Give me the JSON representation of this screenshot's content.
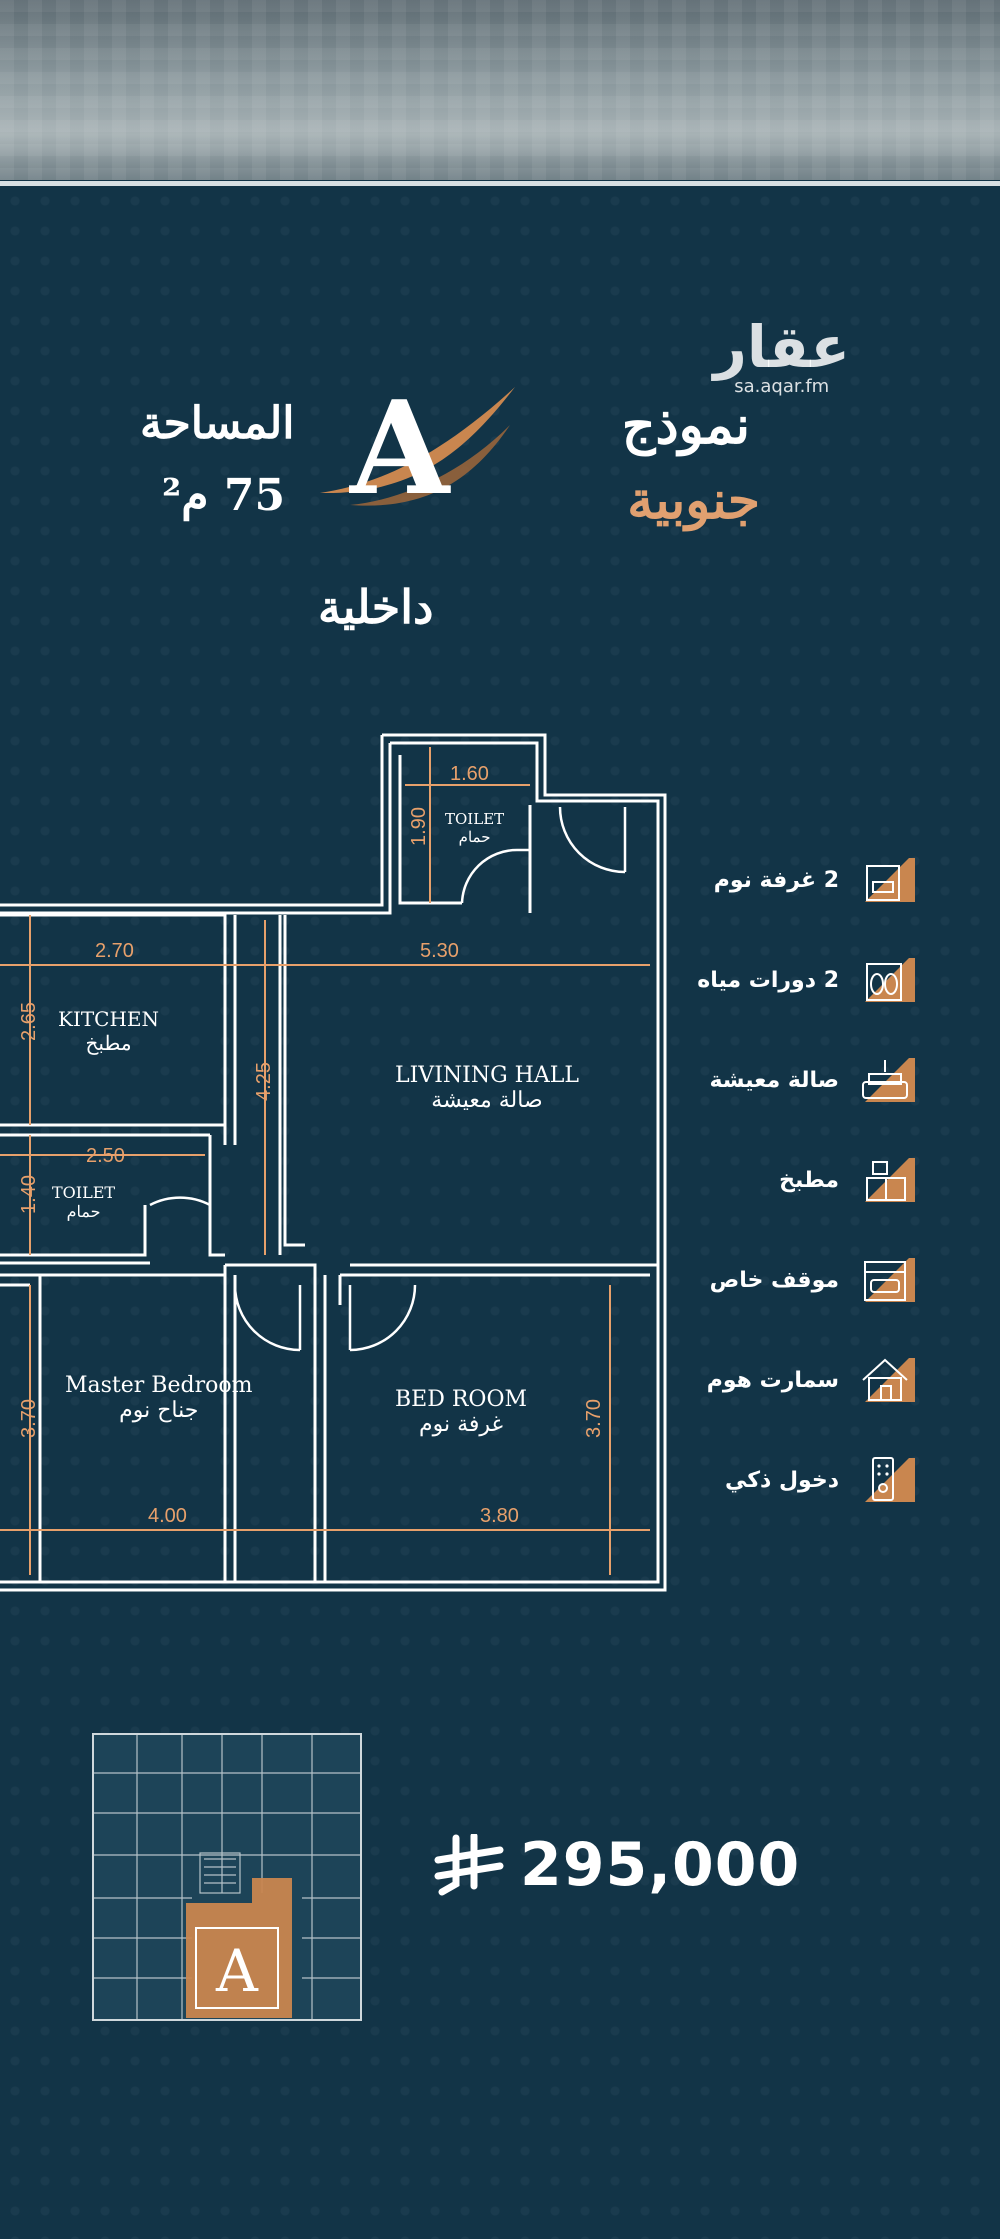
{
  "watermark": {
    "logo": "عقار",
    "url": "sa.aqar.fm"
  },
  "title": {
    "model_word": "نموذج",
    "model_letter": "A",
    "direction": "جنوبية",
    "area_label": "المساحة",
    "area_value": "75 م²",
    "sub": "داخلية"
  },
  "plan": {
    "rooms": [
      {
        "en": "TOILET",
        "ar": "حمام"
      },
      {
        "en": "KITCHEN",
        "ar": "مطبخ"
      },
      {
        "en": "LIVINING HALL",
        "ar": "صالة معيشة"
      },
      {
        "en": "TOILET",
        "ar": "حمام"
      },
      {
        "en": "Master Bedroom",
        "ar": "جناح نوم"
      },
      {
        "en": "BED ROOM",
        "ar": "غرفة نوم"
      }
    ],
    "dimensions": [
      "1.60",
      "1.90",
      "2.70",
      "5.30",
      "2.65",
      "4.25",
      "2.50",
      "1.40",
      "3.70",
      "4.00",
      "3.80",
      "3.70"
    ]
  },
  "features": [
    {
      "label": "2 غرفة نوم",
      "icon": "bedroom-icon"
    },
    {
      "label": "2 دورات مياه",
      "icon": "toilet-icon"
    },
    {
      "label": "صالة معيشة",
      "icon": "sofa-icon"
    },
    {
      "label": "مطبخ",
      "icon": "kitchen-icon"
    },
    {
      "label": "موقف خاص",
      "icon": "parking-icon"
    },
    {
      "label": "سمارت هوم",
      "icon": "smart-home-icon"
    },
    {
      "label": "دخول ذكي",
      "icon": "smart-lock-icon"
    }
  ],
  "mini_plan": {
    "highlight_label": "A"
  },
  "price": {
    "value": "295,000",
    "currency_icon": "saudi-riyal-icon"
  },
  "colors": {
    "background": "#123447",
    "accent": "#e0a070",
    "dimension": "#e7a06b",
    "wall": "#ffffff"
  }
}
